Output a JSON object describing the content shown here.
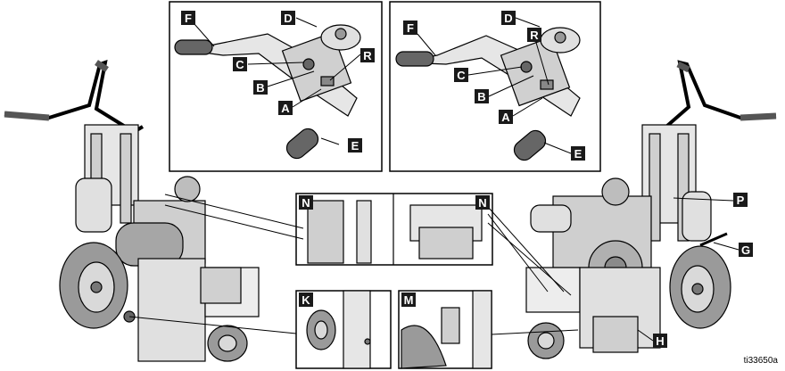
{
  "figure_id": "ti33650a",
  "labels": {
    "F_left": "F",
    "D_left": "D",
    "C_left": "C",
    "R_left": "R",
    "B_left": "B",
    "A_left": "A",
    "E_left": "E",
    "F_right": "F",
    "D_right": "D",
    "R_right": "R",
    "C_right": "C",
    "B_right": "B",
    "A_right": "A",
    "E_right": "E",
    "N_left": "N",
    "N_right": "N",
    "P": "P",
    "G": "G",
    "K": "K",
    "M": "M",
    "H": "H"
  },
  "colors": {
    "label_bg": "#1a1a1a",
    "label_text": "#ffffff",
    "line": "#000000",
    "panel_border": "#000000",
    "machine_gray": "#d9d9d9",
    "dark_gray": "#8a8a8a"
  }
}
